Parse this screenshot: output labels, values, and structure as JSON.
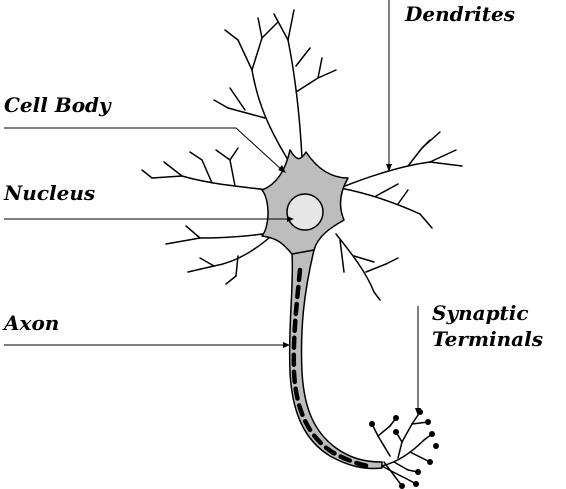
{
  "labels": {
    "dendrites": "Dendrites",
    "cell_body": "Cell Body",
    "nucleus": "Nucleus",
    "axon": "Axon",
    "synaptic_line1": "Synaptic",
    "synaptic_line2": "Terminals"
  },
  "colors": {
    "stroke": "#000000",
    "body_fill": "#bdbdbd",
    "nucleus_fill": "#e6e6e6",
    "background": "#ffffff"
  }
}
